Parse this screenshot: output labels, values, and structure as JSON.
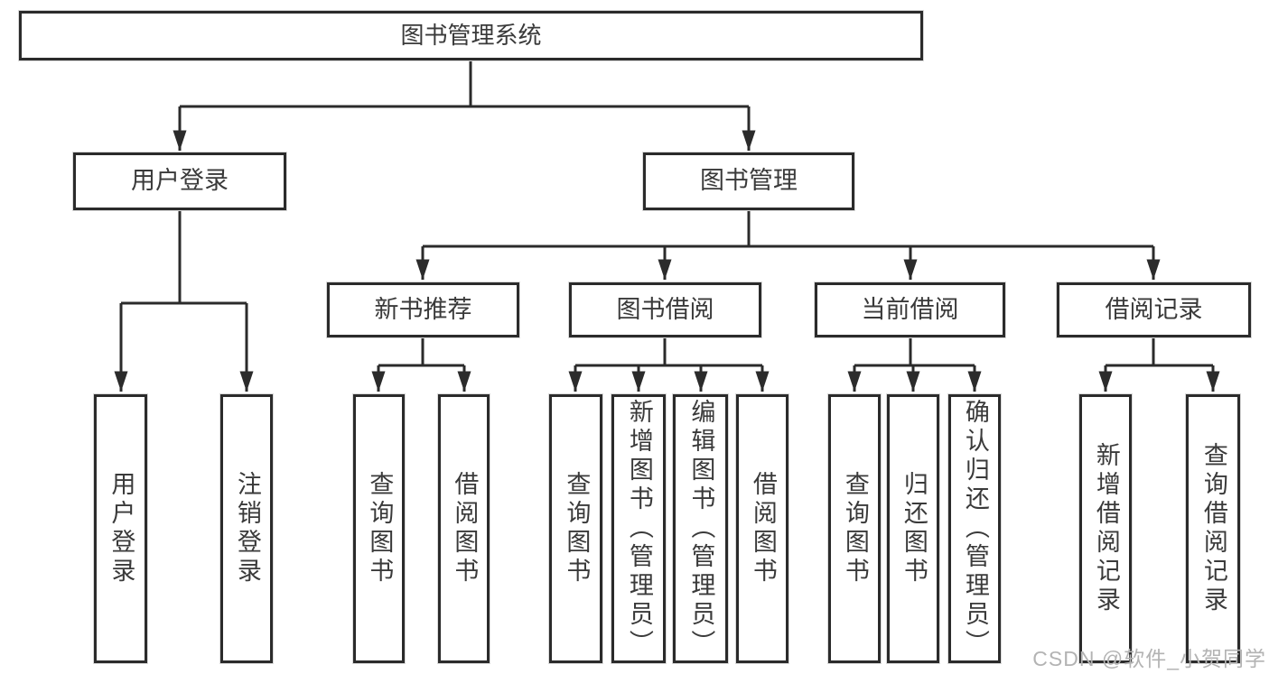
{
  "diagram": {
    "title": "图书管理系统",
    "level1": {
      "user_login": "用户登录",
      "book_mgmt": "图书管理"
    },
    "level2": {
      "new_books": "新书推荐",
      "book_borrow": "图书借阅",
      "current_borrow": "当前借阅",
      "borrow_records": "借阅记录"
    },
    "leaves": {
      "user_login": "用户登录",
      "logout": "注销登录",
      "rec_query_books": "查询图书",
      "rec_borrow_books": "借阅图书",
      "bb_query_books": "查询图书",
      "bb_add_books": "新增图书（管理员）",
      "bb_edit_books": "编辑图书（管理员）",
      "bb_borrow_books": "借阅图书",
      "cb_query_books": "查询图书",
      "cb_return_books": "归还图书",
      "cb_confirm_return": "确认归还（管理员）",
      "br_add_record": "新增借阅记录",
      "br_query_record": "查询借阅记录"
    }
  },
  "watermark": "CSDN @软件_小贺同学",
  "colors": {
    "line": "#2b2b2b",
    "text": "#3a3a3a",
    "watermark": "#b3b3b3",
    "background": "#ffffff"
  }
}
